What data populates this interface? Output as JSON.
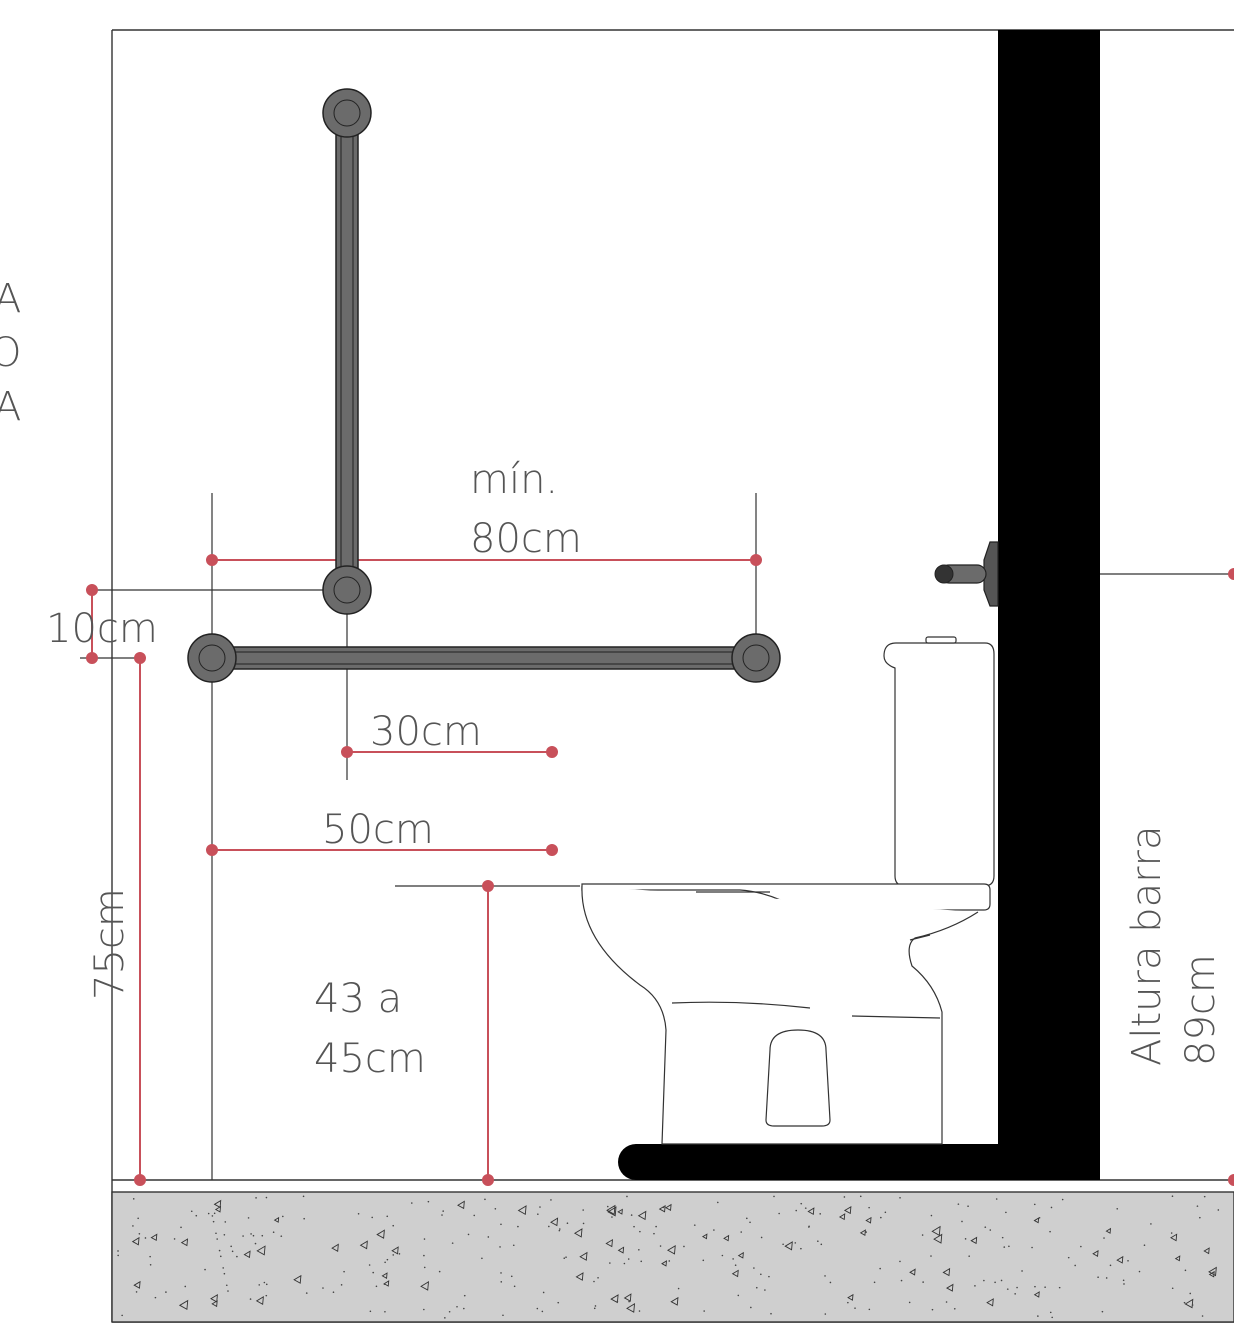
{
  "labels": {
    "min_line1": "mín.",
    "min_line2": "80cm",
    "ten": "10cm",
    "thirty": "30cm",
    "fifty": "50cm",
    "seat_line1": "43 a",
    "seat_line2": "45cm",
    "seventy_five": "75cm",
    "altura_line1": "Altura barra",
    "altura_line2": "89cm",
    "edge_chars": [
      "A",
      "O",
      "A"
    ]
  },
  "colors": {
    "dimension": "#c8505a",
    "bar_fill": "#6b6b6b",
    "bar_dark": "#333333",
    "wall": "#000000",
    "floor": "#cfcfcf",
    "line": "#333333",
    "text": "#555555"
  },
  "icons": {
    "grab_bar": "grab-bar-icon",
    "toilet": "toilet-icon",
    "flush_handle": "flush-handle-icon"
  }
}
